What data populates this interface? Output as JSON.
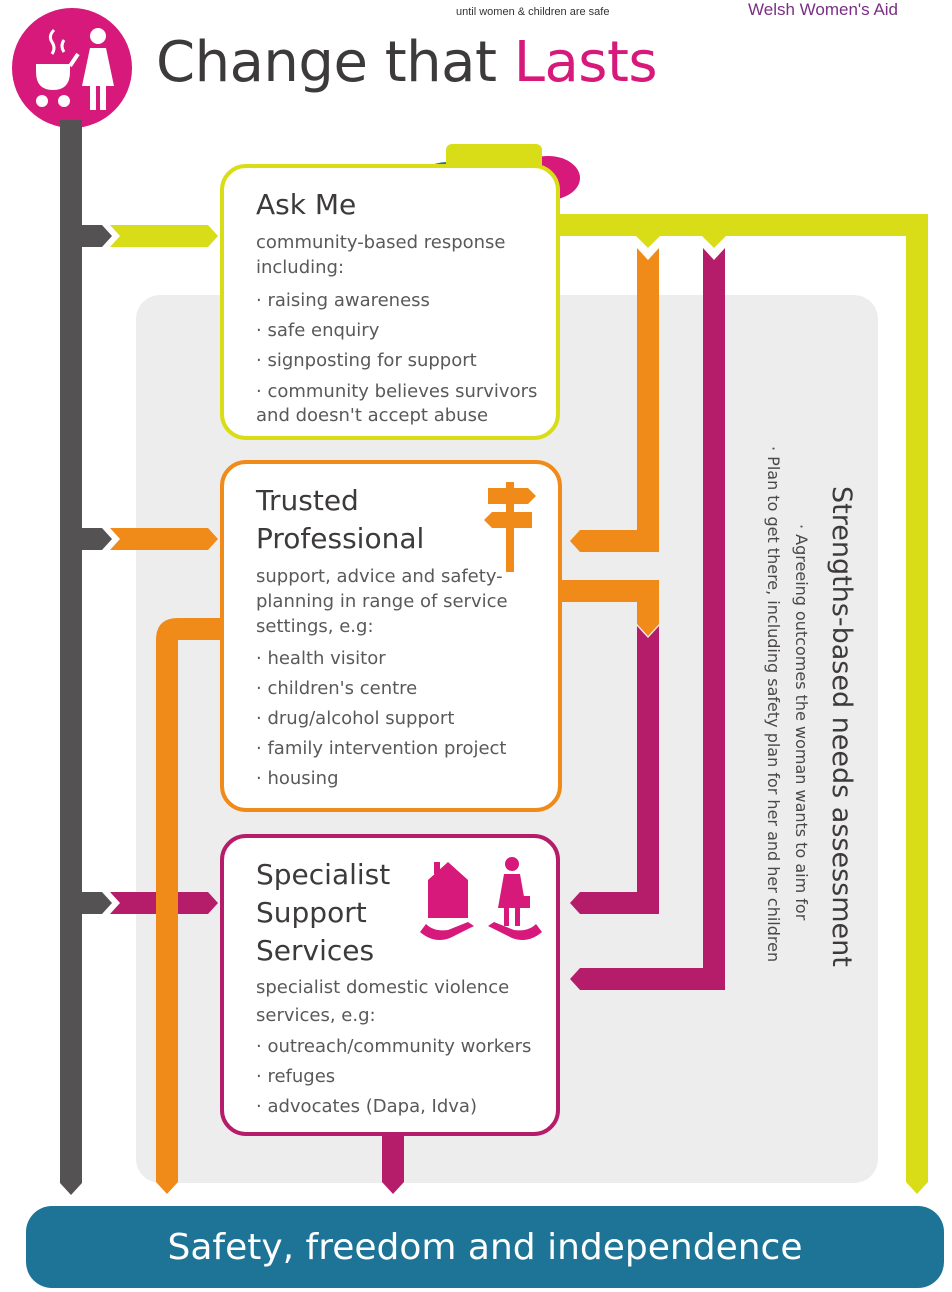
{
  "header": {
    "tagline": "until women & children are safe",
    "org_name": "Welsh Women's Aid",
    "title_part1": "Change that",
    "title_part2": "Lasts"
  },
  "cards": {
    "ask_me": {
      "title": "Ask Me",
      "desc": "community-based response including:",
      "items": [
        "raising awareness",
        "safe enquiry",
        "signposting for support",
        "community believes survivors and doesn't accept abuse"
      ]
    },
    "trusted": {
      "title_line1": "Trusted",
      "title_line2": "Professional",
      "desc": "support, advice and safety-planning in range of service settings, e.g:",
      "items": [
        "health visitor",
        "children's centre",
        "drug/alcohol support",
        "family intervention project",
        "housing"
      ]
    },
    "specialist": {
      "title_line1": "Specialist",
      "title_line2": "Support",
      "title_line3": "Services",
      "desc": "specialist domestic violence services, e.g:",
      "items": [
        "outreach/community workers",
        "refuges",
        "advocates (Dapa, Idva)"
      ]
    }
  },
  "side": {
    "heading": "Strengths-based needs assessment",
    "bullet1": "· Agreeing outcomes the woman wants to aim for",
    "bullet2": "· Plan to get there, including safety plan for her and her children"
  },
  "footer": {
    "goal": "Safety, freedom and independence"
  },
  "colors": {
    "magenta": "#d6197a",
    "plum": "#b51c6a",
    "lime": "#d8dd17",
    "orange": "#f08a19",
    "grey": "#555253",
    "blue": "#1e7496"
  },
  "icons": [
    "mother-child-icon",
    "speech-bubbles-icon",
    "signpost-icon",
    "house-hands-icon",
    "woman-hands-icon"
  ]
}
